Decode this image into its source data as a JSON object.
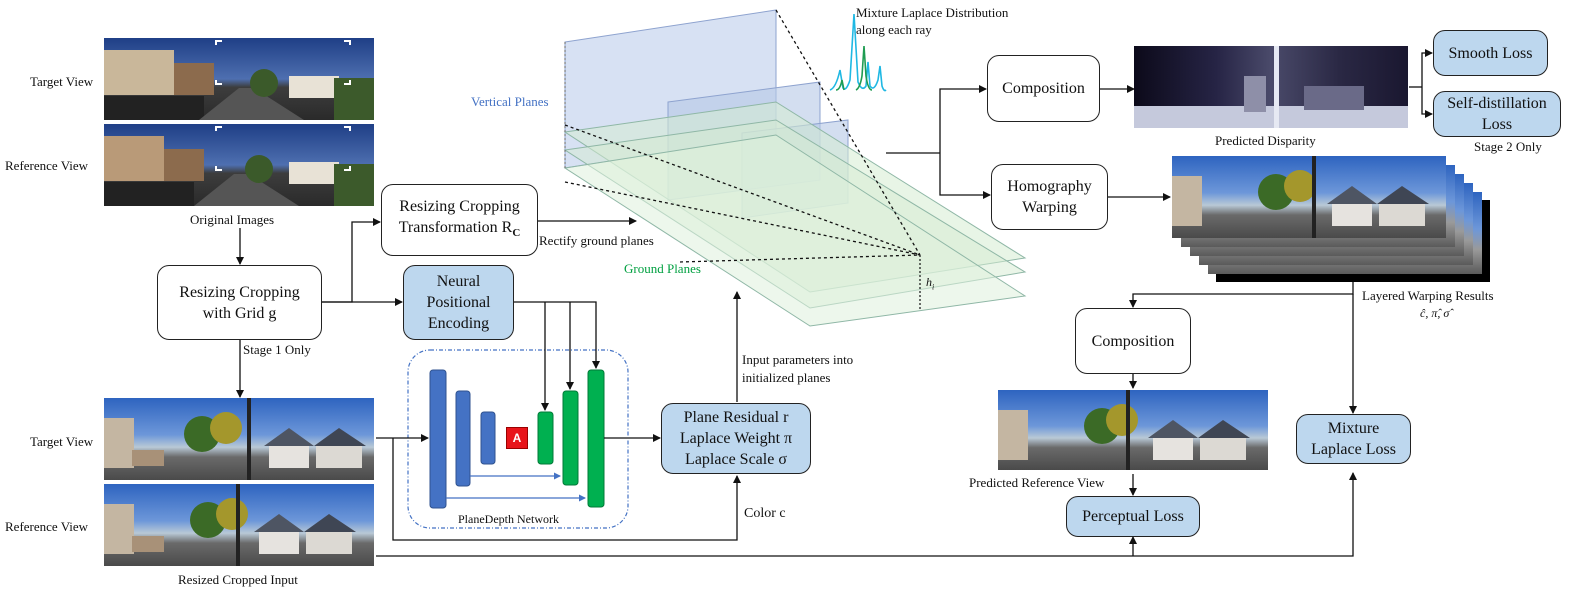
{
  "left": {
    "target_view": "Target View",
    "reference_view": "Reference View",
    "original_images": "Original Images",
    "stage1_only": "Stage 1 Only",
    "target_view2": "Target View",
    "reference_view2": "Reference View",
    "resized_cropped_input": "Resized Cropped Input"
  },
  "boxes": {
    "resize_grid_l1": "Resizing Cropping",
    "resize_grid_l2": "with Grid g",
    "resize_rc_l1": "Resizing Cropping",
    "resize_rc_l2": "Transformation R",
    "resize_rc_sub": "C",
    "npe_l1": "Neural",
    "npe_l2": "Positional",
    "npe_l3": "Encoding",
    "plane_l1": "Plane Residual r",
    "plane_l2": "Laplace Weight π",
    "plane_l3": "Laplace Scale σ",
    "composition_top": "Composition",
    "homography_l1": "Homography",
    "homography_l2": "Warping",
    "smooth_loss": "Smooth Loss",
    "selfdistill_l1": "Self-distillation",
    "selfdistill_l2": "Loss",
    "composition_bottom": "Composition",
    "mixture_l1": "Mixture",
    "mixture_l2": "Laplace Loss",
    "perceptual_loss": "Perceptual Loss",
    "attention": "A"
  },
  "labels": {
    "rectify": "Rectify ground planes",
    "planedepth_network": "PlaneDepth Network",
    "input_params_l1": "Input parameters into",
    "input_params_l2": "initialized planes",
    "color": "Color c",
    "vertical_planes": "Vertical Planes",
    "ground_planes": "Ground Planes",
    "h_i": "h",
    "h_i_sub": "i",
    "mixture_dist_l1": "Mixture Laplace Distribution",
    "mixture_dist_l2": "along each ray",
    "predicted_disparity": "Predicted Disparity",
    "stage2_only": "Stage 2 Only",
    "layered_l1": "Layered Warping Results",
    "layered_l2": "ĉ, π̂, σ̂",
    "predicted_reference": "Predicted Reference View"
  },
  "colors": {
    "blue_box": "#bdd7ee",
    "encoder_blue": "#4472c4",
    "decoder_green": "#00b050",
    "vertical_plane": "#4472c4",
    "ground_plane": "#70ad47",
    "attention_red": "#e8141a"
  }
}
